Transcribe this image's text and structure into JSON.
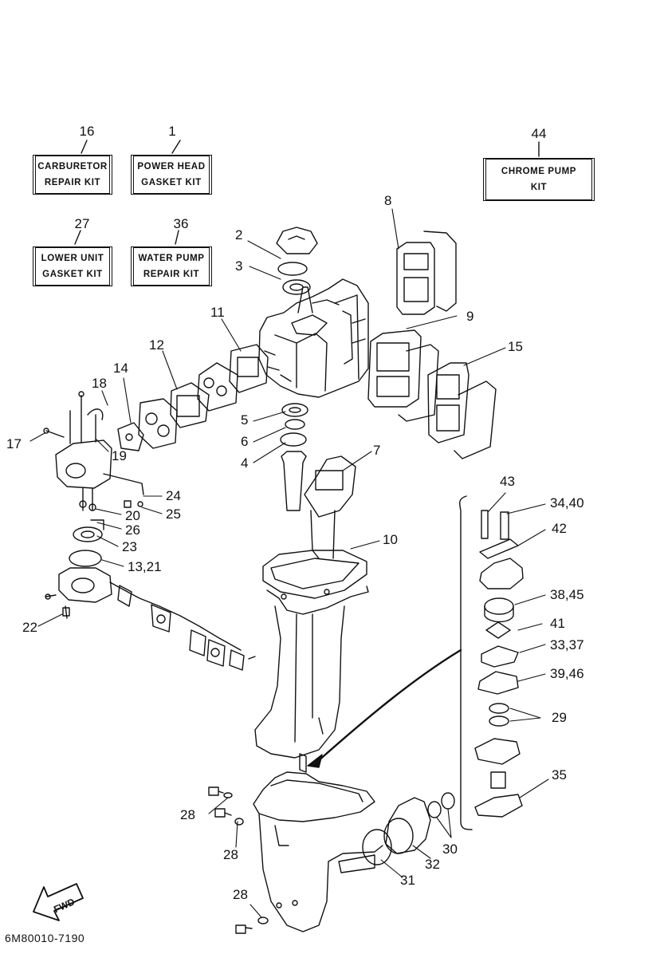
{
  "kits": [
    {
      "id": "carburetor-kit",
      "number": "16",
      "lines": [
        "CARBURETOR",
        "REPAIR KIT"
      ]
    },
    {
      "id": "power-head-kit",
      "number": "1",
      "lines": [
        "POWER HEAD",
        "GASKET KIT"
      ]
    },
    {
      "id": "lower-unit-kit",
      "number": "27",
      "lines": [
        "LOWER UNIT",
        "GASKET KIT"
      ]
    },
    {
      "id": "water-pump-kit",
      "number": "36",
      "lines": [
        "WATER PUMP",
        "REPAIR KIT"
      ]
    },
    {
      "id": "chrome-pump-kit",
      "number": "44",
      "lines": [
        "CHROME PUMP",
        "KIT"
      ]
    }
  ],
  "callouts": {
    "c2": "2",
    "c3": "3",
    "c8": "8",
    "c9": "9",
    "c11": "11",
    "c12": "12",
    "c14": "14",
    "c15": "15",
    "c18": "18",
    "c17": "17",
    "c19": "19",
    "c5": "5",
    "c6": "6",
    "c4": "4",
    "c7": "7",
    "c24": "24",
    "c25": "25",
    "c20": "20",
    "c26": "26",
    "c23": "23",
    "c13_21": "13,21",
    "c10": "10",
    "c22": "22",
    "c43": "43",
    "c34_40": "34,40",
    "c42": "42",
    "c38_45": "38,45",
    "c41": "41",
    "c33_37": "33,37",
    "c39_46": "39,46",
    "c29": "29",
    "c35": "35",
    "c28a": "28",
    "c28b": "28",
    "c28c": "28",
    "c30": "30",
    "c32": "32",
    "c31": "31"
  },
  "fwd_label": "FWD",
  "diagram_code": "6M80010-7190"
}
